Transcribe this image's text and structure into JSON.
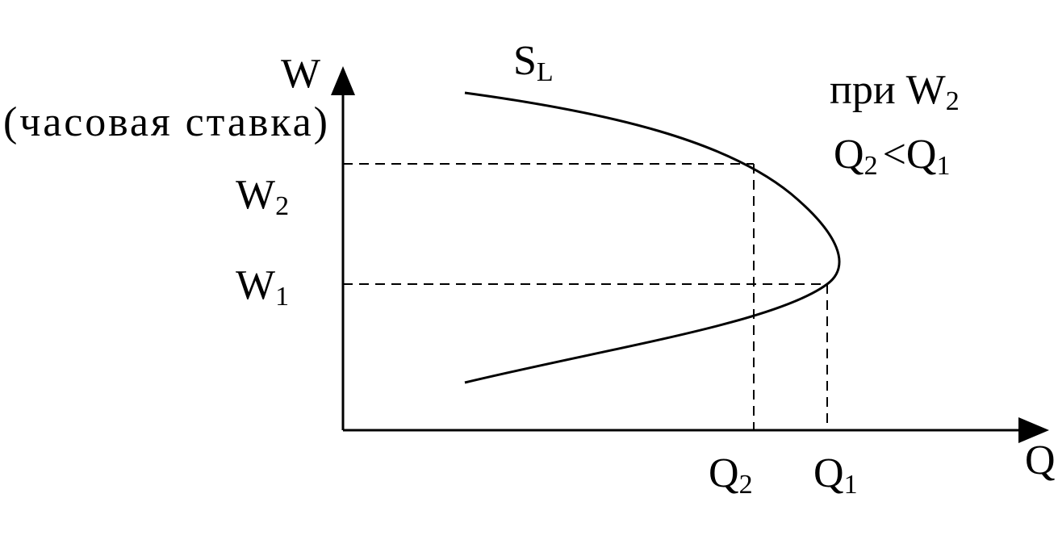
{
  "diagram": {
    "curve_label": {
      "main": "S",
      "sub": "L"
    },
    "y_axis": {
      "name": "W",
      "caption": "(часовая ставка)",
      "ticks": [
        {
          "main": "W",
          "sub": "2"
        },
        {
          "main": "W",
          "sub": "1"
        }
      ]
    },
    "x_axis": {
      "name": "Q",
      "ticks": [
        {
          "main": "Q",
          "sub": "2"
        },
        {
          "main": "Q",
          "sub": "1"
        }
      ]
    },
    "annotation": {
      "line1": {
        "text": "при W",
        "sub": "2"
      },
      "line2": {
        "a": "Q",
        "a_sub": "2",
        "op": "<",
        "b": "Q",
        "b_sub": "1"
      }
    },
    "colors": {
      "ink": "#000000",
      "background": "#ffffff"
    }
  }
}
